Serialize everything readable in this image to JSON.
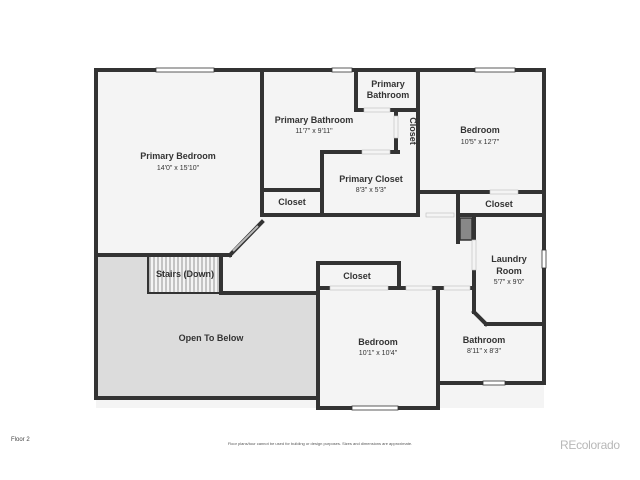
{
  "rooms": {
    "primary_bedroom": {
      "name": "Primary Bedroom",
      "dims": "14'0\" x 15'10\""
    },
    "primary_bathroom": {
      "name": "Primary Bathroom",
      "dims": "11'7\" x 9'11\""
    },
    "primary_bathroom_small": {
      "line1": "Primary",
      "line2": "Bathroom"
    },
    "closet_vertical": {
      "name": "Closet"
    },
    "bedroom_ne": {
      "name": "Bedroom",
      "dims": "10'5\" x 12'7\""
    },
    "primary_closet": {
      "name": "Primary Closet",
      "dims": "8'3\" x 5'3\""
    },
    "closet_left": {
      "name": "Closet"
    },
    "closet_right": {
      "name": "Closet"
    },
    "laundry": {
      "line1": "Laundry",
      "line2": "Room",
      "dims": "5'7\" x 9'0\""
    },
    "stairs": {
      "name": "Stairs (Down)"
    },
    "closet_center": {
      "name": "Closet"
    },
    "open_below": {
      "name": "Open To Below"
    },
    "bedroom_s": {
      "name": "Bedroom",
      "dims": "10'1\" x 10'4\""
    },
    "bathroom": {
      "name": "Bathroom",
      "dims": "8'11\" x 8'3\""
    }
  },
  "footer": {
    "floor": "Floor 2",
    "disclaimer": "Floor plans/tour cannot be used for building or design purposes. Sizes and dimensions are approximate.",
    "brand": "REcolorado"
  },
  "colors": {
    "wall": "#333333",
    "floor": "#f4f4f4",
    "open_below": "#dcdcdc"
  }
}
